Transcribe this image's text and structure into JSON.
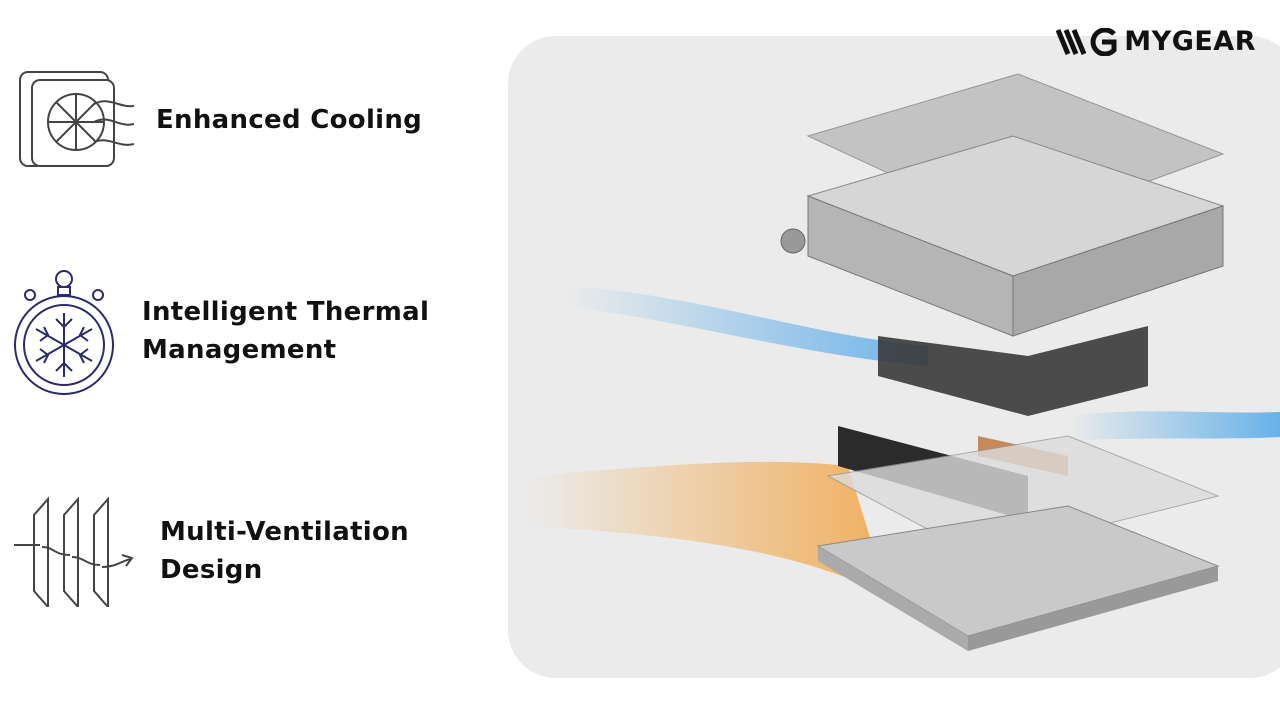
{
  "brand": {
    "name": "MYGEAR"
  },
  "features": [
    {
      "icon": "fan-airflow-icon",
      "lines": [
        "Enhanced Cooling"
      ]
    },
    {
      "icon": "stopwatch-snowflake-icon",
      "lines": [
        "Intelligent Thermal",
        "Management"
      ]
    },
    {
      "icon": "ventilation-panels-icon",
      "lines": [
        "Multi-Ventilation",
        "Design"
      ]
    }
  ],
  "colors": {
    "cool_air": "#4da6e8",
    "warm_air": "#f2a545",
    "icon_navy": "#2b2a6b",
    "icon_gray": "#444444"
  }
}
